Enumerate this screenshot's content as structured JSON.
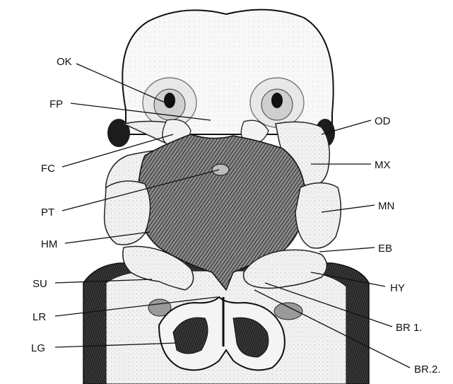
{
  "figure": {
    "labels": {
      "ok": "OK",
      "fp": "FP",
      "fc": "FC",
      "pt": "PT",
      "hm": "HM",
      "su": "SU",
      "lr": "LR",
      "lg": "LG",
      "od": "OD",
      "mx": "MX",
      "mn": "MN",
      "eb": "EB",
      "hy": "HY",
      "br1": "BR 1.",
      "br2": "BR.2."
    }
  }
}
